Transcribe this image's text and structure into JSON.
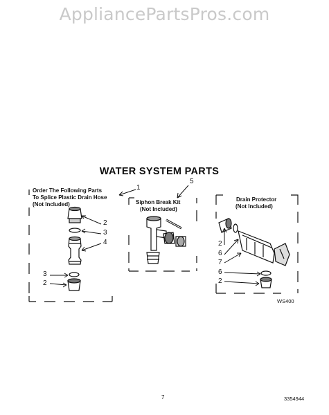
{
  "watermark": "AppliancePartsPros.com",
  "title": "WATER SYSTEM PARTS",
  "panels": {
    "splice": {
      "line1": "Order The Following Parts",
      "line2": "To Splice Plastic Drain Hose",
      "line3": "(Not Included)"
    },
    "siphon": {
      "line1": "Siphon Break Kit",
      "line2": "(Not Included)"
    },
    "drain": {
      "line1": "Drain Protector",
      "line2": "(Not Included)"
    }
  },
  "callouts": {
    "splice_panel": "1",
    "siphon_panel": "5",
    "splice_items": [
      "2",
      "3",
      "4",
      "3",
      "2"
    ],
    "drain_items": [
      "2",
      "6",
      "7",
      "6",
      "2"
    ]
  },
  "code": "WS400",
  "page_number": "7",
  "doc_number": "3354944"
}
